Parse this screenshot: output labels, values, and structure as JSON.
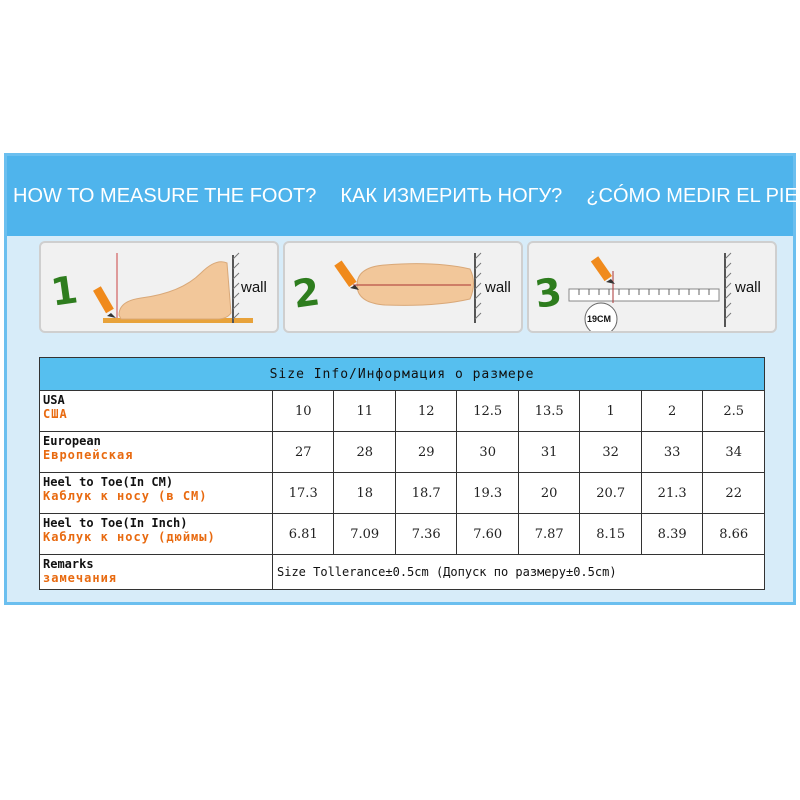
{
  "banner": {
    "en": "HOW TO MEASURE THE FOOT?",
    "ru": "КАК ИЗМЕРИТЬ НОГУ?",
    "es": "¿CÓMO MEDIR EL PIE?"
  },
  "steps": [
    {
      "number": "1",
      "wall_label": "wall"
    },
    {
      "number": "2",
      "wall_label": "wall"
    },
    {
      "number": "3",
      "wall_label": "wall",
      "measure_label": "19CM"
    }
  ],
  "table": {
    "title": "Size Info/Информация о размере",
    "rows": [
      {
        "label_en": "USA",
        "label_ru": "США",
        "values": [
          "10",
          "11",
          "12",
          "12.5",
          "13.5",
          "1",
          "2",
          "2.5"
        ]
      },
      {
        "label_en": "European",
        "label_ru": "Европейская",
        "values": [
          "27",
          "28",
          "29",
          "30",
          "31",
          "32",
          "33",
          "34"
        ]
      },
      {
        "label_en": "Heel to Toe(In CM)",
        "label_ru": "Каблук к носу (в СМ)",
        "values": [
          "17.3",
          "18",
          "18.7",
          "19.3",
          "20",
          "20.7",
          "21.3",
          "22"
        ]
      },
      {
        "label_en": "Heel to Toe(In Inch)",
        "label_ru": "Каблук к носу (дюймы)",
        "values": [
          "6.81",
          "7.09",
          "7.36",
          "7.60",
          "7.87",
          "8.15",
          "8.39",
          "8.66"
        ]
      }
    ],
    "remarks": {
      "label_en": "Remarks",
      "label_ru": "замечания",
      "text": "Size Tollerance±0.5cm (Допуск по размеру±0.5cm)"
    }
  },
  "colors": {
    "banner": "#4fb4ec",
    "accent_orange": "#e86a10",
    "number_green": "#2e7d1e"
  }
}
